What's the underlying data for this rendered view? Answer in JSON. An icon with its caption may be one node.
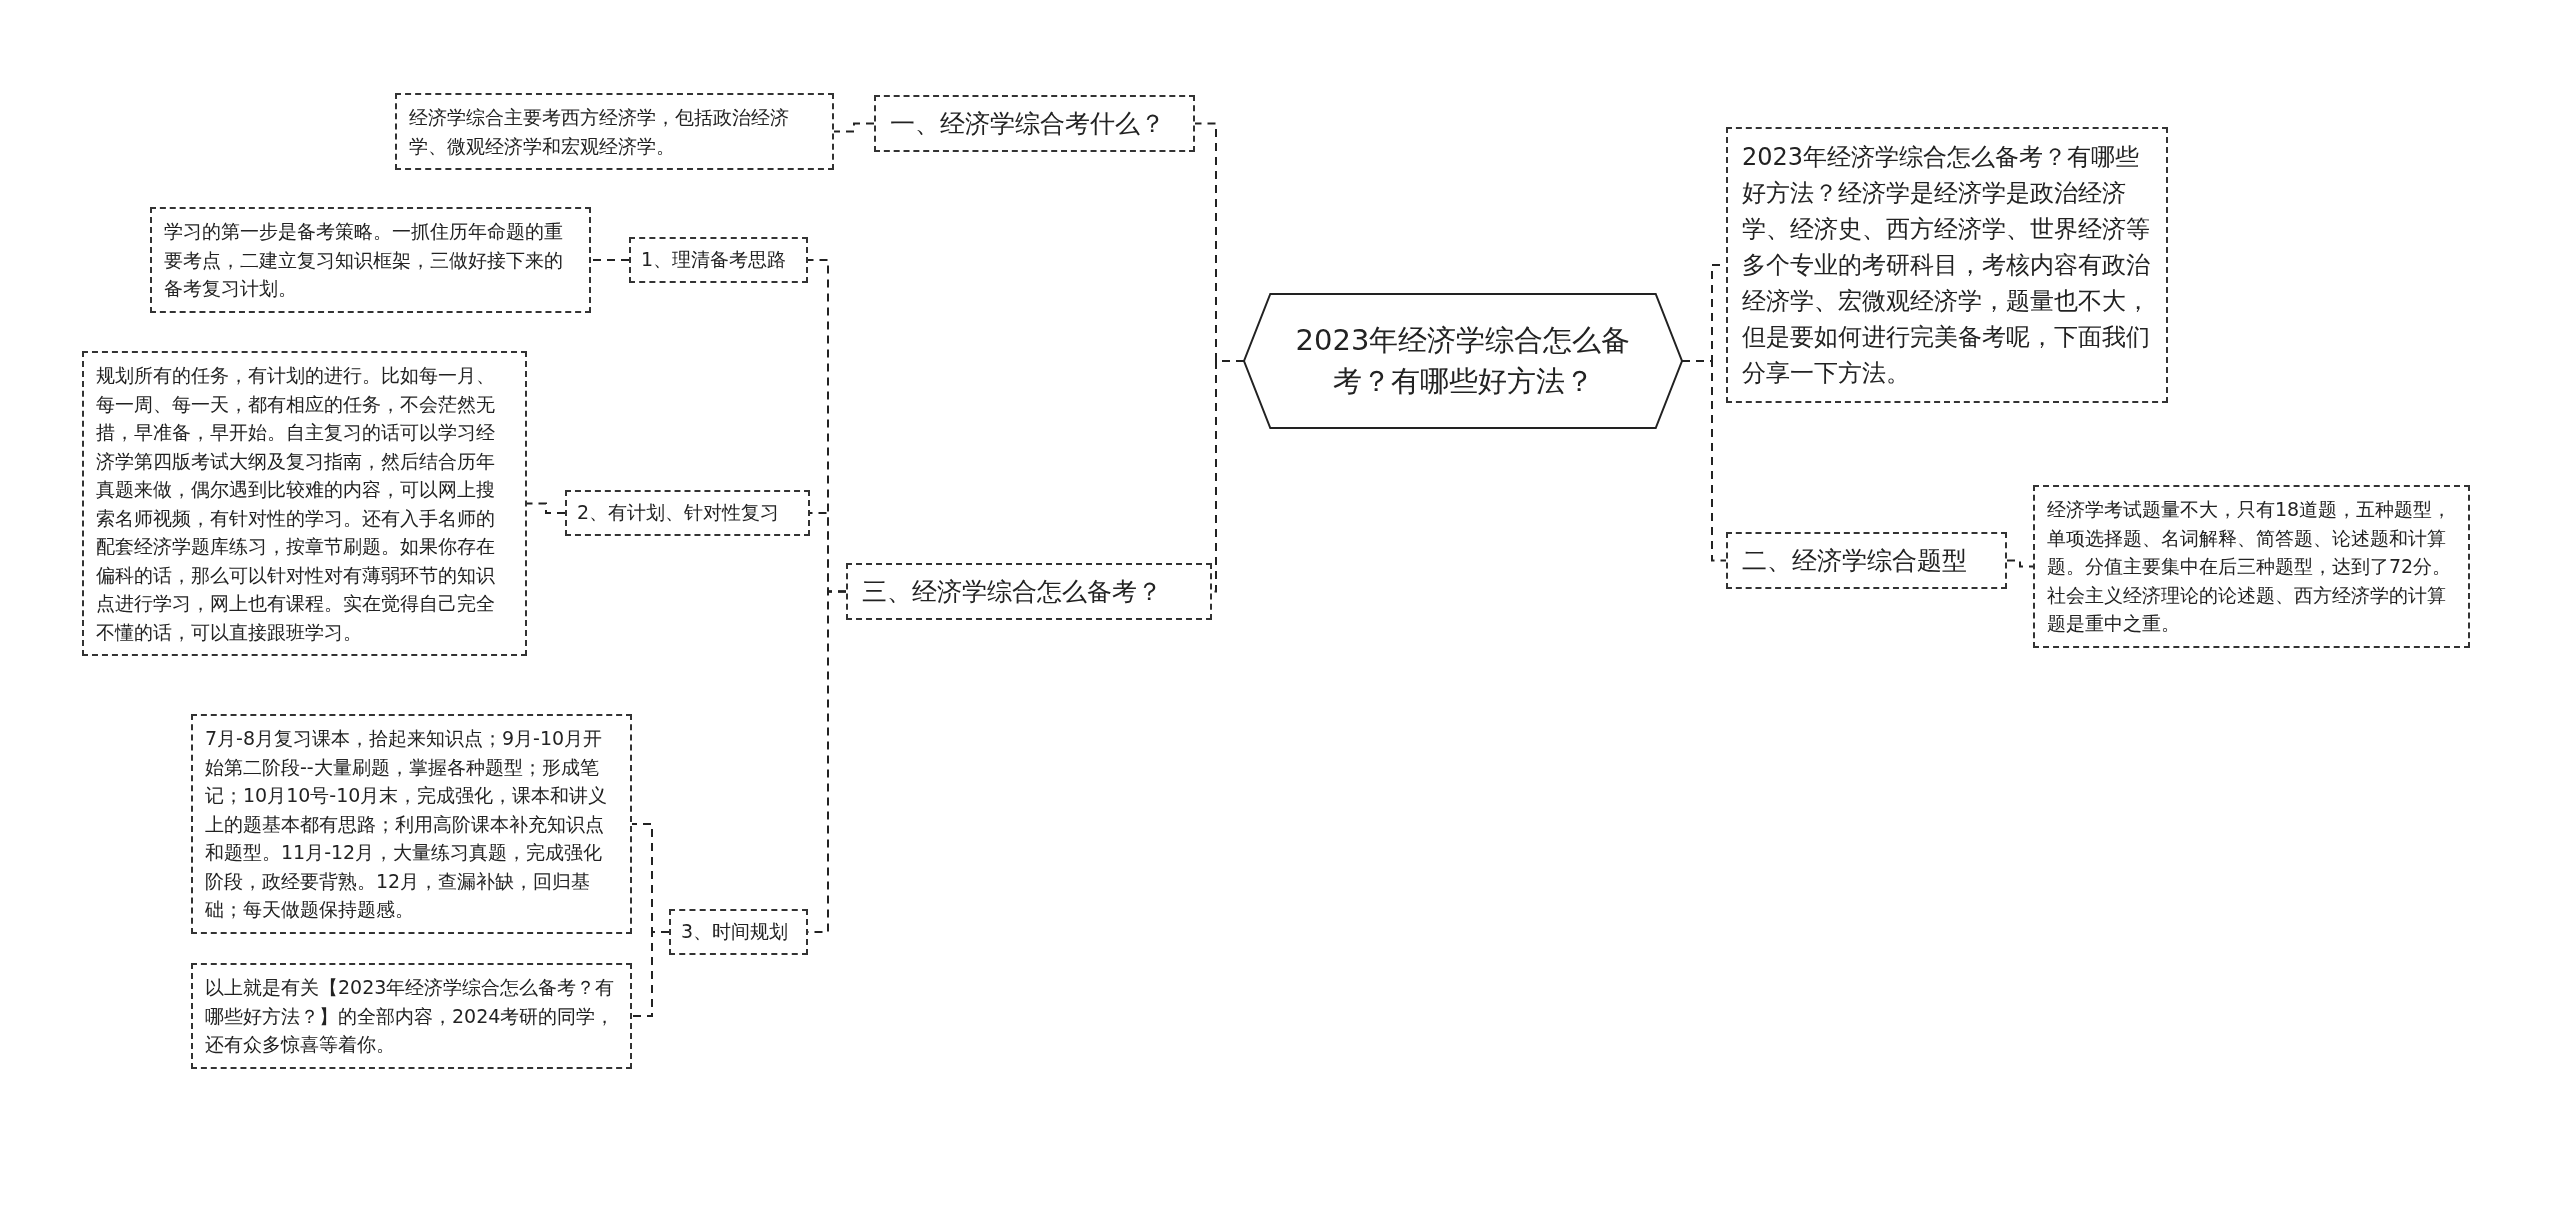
{
  "diagram": {
    "nodes": [
      {
        "text": [
          "2023年经济学综合怎么备考？有哪些好方法？"
        ]
      },
      {
        "text": [
          "一、经济学综合考什么？"
        ]
      },
      {
        "text": [
          "经济学综合主要考西方经济学，包括政治经济学、微观经济学和宏观经济学。"
        ]
      },
      {
        "text": [
          "三、经济学综合怎么备考？"
        ]
      },
      {
        "text": [
          "1、理清备考思路"
        ]
      },
      {
        "text": [
          "学习的第一步是备考策略。一抓住历年命题的重要考点，二建立复习知识框架，三做好接下来的备考复习计划。"
        ]
      },
      {
        "text": [
          "2、有计划、针对性复习"
        ]
      },
      {
        "text": [
          "规划所有的任务，有计划的进行。比如每一月、每一周、每一天，都有相应的任务，不会茫然无措，早准备，早开始。自主复习的话可以学习经济学第四版考试大纲及复习指南，然后结合历年真题来做，偶尔遇到比较难的内容，可以网上搜索名师视频，有针对性的学习。还有入手名师的配套经济学题库练习，按章节刷题。如果你存在偏科的话，那么可以针对性对有薄弱环节的知识点进行学习，网上也有课程。实在觉得自己完全不懂的话，可以直接跟班学习。"
        ]
      },
      {
        "text": [
          "3、时间规划"
        ]
      },
      {
        "text": [
          "7月-8月复习课本，拾起来知识点；9月-10月开始第二阶段--大量刷题，掌握各种题型；形成笔记；10月10号-10月末，完成强化，课本和讲义上的题基本都有思路；利用高阶课本补充知识点和题型。11月-12月，大量练习真题，完成强化阶段，政经要背熟。12月，查漏补缺，回归基础；每天做题保持题感。"
        ]
      },
      {
        "text": [
          "以上就是有关【2023年经济学综合怎么备考？有哪些好方法？】的全部内容，2024考研的同学，还有众多惊喜等着你。"
        ]
      },
      {
        "text": [
          "2023年经济学综合怎么备考？有哪些好方法？经济学是经济学是政治经济学、经济史、西方经济学、世界经济等多个专业的考研科目，考核内容有政治经济学、宏微观经济学，题量也不大，但是要如何进行完美备考呢，下面我们分享一下方法。"
        ]
      },
      {
        "text": [
          "二、经济学综合题型"
        ]
      },
      {
        "text": [
          "经济学考试题量不大，只有18道题，五种题型，单项选择题、名词解释、简答题、论述题和计算题。分值主要集中在后三种题型，达到了72分。社会主义经济理论的论述题、西方经济学的计算题是重中之重。"
        ]
      }
    ],
    "edges": [
      {
        "from": 0,
        "to": 1,
        "arrow": "none"
      },
      {
        "from": 0,
        "to": 3,
        "arrow": "none"
      },
      {
        "from": 0,
        "to": 11,
        "arrow": "none"
      },
      {
        "from": 0,
        "to": 12,
        "arrow": "none"
      },
      {
        "from": 1,
        "to": 2,
        "arrow": "none"
      },
      {
        "from": 3,
        "to": 4,
        "arrow": "none"
      },
      {
        "from": 3,
        "to": 6,
        "arrow": "none"
      },
      {
        "from": 3,
        "to": 8,
        "arrow": "none"
      },
      {
        "from": 4,
        "to": 5,
        "arrow": "none"
      },
      {
        "from": 6,
        "to": 7,
        "arrow": "none"
      },
      {
        "from": 8,
        "to": 9,
        "arrow": "none"
      },
      {
        "from": 8,
        "to": 10,
        "arrow": "none"
      },
      {
        "from": 12,
        "to": 13,
        "arrow": "none"
      }
    ]
  }
}
